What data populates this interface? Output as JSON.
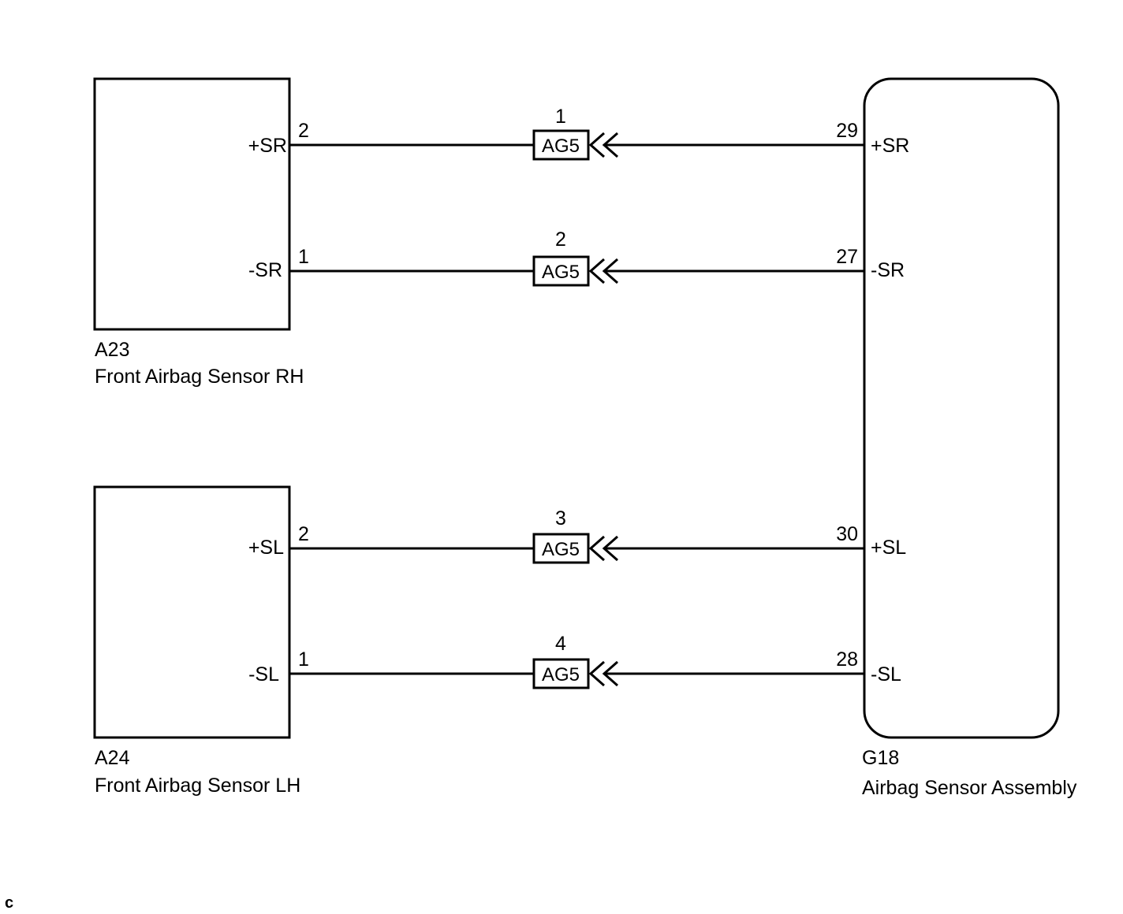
{
  "components": {
    "a23": {
      "code": "A23",
      "name": "Front Airbag Sensor RH"
    },
    "a24": {
      "code": "A24",
      "name": "Front Airbag Sensor LH"
    },
    "g18": {
      "code": "G18",
      "name": "Airbag Sensor Assembly"
    }
  },
  "circuits": [
    {
      "left_terminal": "+SR",
      "left_pin": "2",
      "connector": "AG5",
      "connector_pin": "1",
      "right_pin": "29",
      "right_terminal": "+SR"
    },
    {
      "left_terminal": "-SR",
      "left_pin": "1",
      "connector": "AG5",
      "connector_pin": "2",
      "right_pin": "27",
      "right_terminal": "-SR"
    },
    {
      "left_terminal": "+SL",
      "left_pin": "2",
      "connector": "AG5",
      "connector_pin": "3",
      "right_pin": "30",
      "right_terminal": "+SL"
    },
    {
      "left_terminal": "-SL",
      "left_pin": "1",
      "connector": "AG5",
      "connector_pin": "4",
      "right_pin": "28",
      "right_terminal": "-SL"
    }
  ],
  "corner_mark": "c",
  "colors": {
    "line": "#000000",
    "background": "#ffffff"
  }
}
